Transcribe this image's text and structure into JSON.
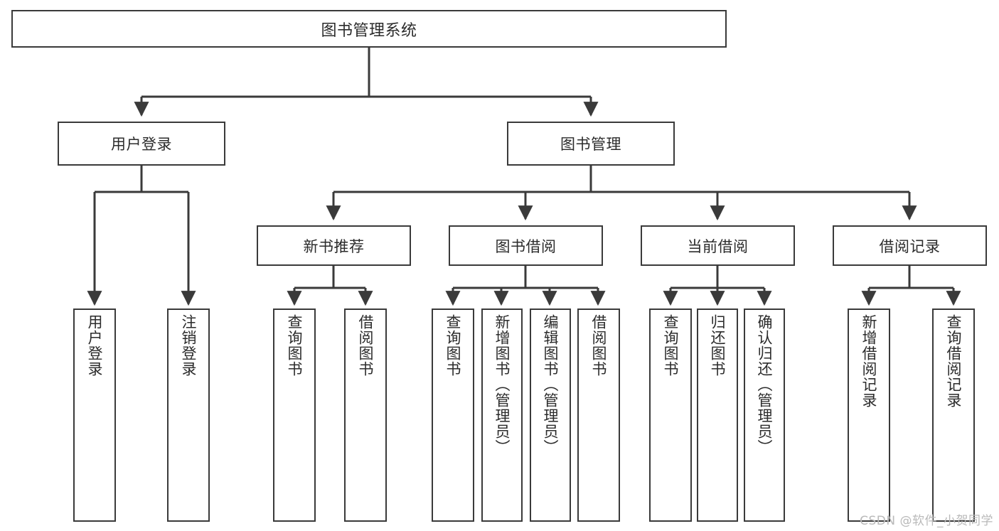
{
  "diagram": {
    "type": "tree",
    "title": "图书管理系统",
    "watermark": "CSDN @软件_小贺同学",
    "colors": {
      "background": "#ffffff",
      "border": "#3a3a3a",
      "text": "#2b2b2b",
      "edge": "#3a3a3a",
      "watermark": "#b9b9b9"
    },
    "nodes": {
      "root": {
        "label": "图书管理系统"
      },
      "level1": [
        {
          "id": "user-login",
          "label": "用户登录"
        },
        {
          "id": "book-manage",
          "label": "图书管理"
        }
      ],
      "level2": [
        {
          "id": "new-book-recommend",
          "label": "新书推荐"
        },
        {
          "id": "book-borrow",
          "label": "图书借阅"
        },
        {
          "id": "current-borrow",
          "label": "当前借阅"
        },
        {
          "id": "borrow-record",
          "label": "借阅记录"
        }
      ],
      "leaves": [
        {
          "id": "leaf-user-login",
          "label": "用户登录",
          "parent": "user-login"
        },
        {
          "id": "leaf-logout-login",
          "label": "注销登录",
          "parent": "user-login"
        },
        {
          "id": "leaf-query-book-1",
          "label": "查询图书",
          "parent": "new-book-recommend"
        },
        {
          "id": "leaf-borrow-book-1",
          "label": "借阅图书",
          "parent": "new-book-recommend"
        },
        {
          "id": "leaf-query-book-2",
          "label": "查询图书",
          "parent": "book-borrow"
        },
        {
          "id": "leaf-add-book",
          "label": "新增图书（管理员）",
          "parent": "book-borrow"
        },
        {
          "id": "leaf-edit-book",
          "label": "编辑图书（管理员）",
          "parent": "book-borrow"
        },
        {
          "id": "leaf-borrow-book-2",
          "label": "借阅图书",
          "parent": "book-borrow"
        },
        {
          "id": "leaf-query-book-3",
          "label": "查询图书",
          "parent": "current-borrow"
        },
        {
          "id": "leaf-return-book",
          "label": "归还图书",
          "parent": "current-borrow"
        },
        {
          "id": "leaf-confirm-return",
          "label": "确认归还（管理员）",
          "parent": "current-borrow"
        },
        {
          "id": "leaf-add-record",
          "label": "新增借阅记录",
          "parent": "borrow-record"
        },
        {
          "id": "leaf-query-record",
          "label": "查询借阅记录",
          "parent": "borrow-record"
        }
      ]
    }
  }
}
